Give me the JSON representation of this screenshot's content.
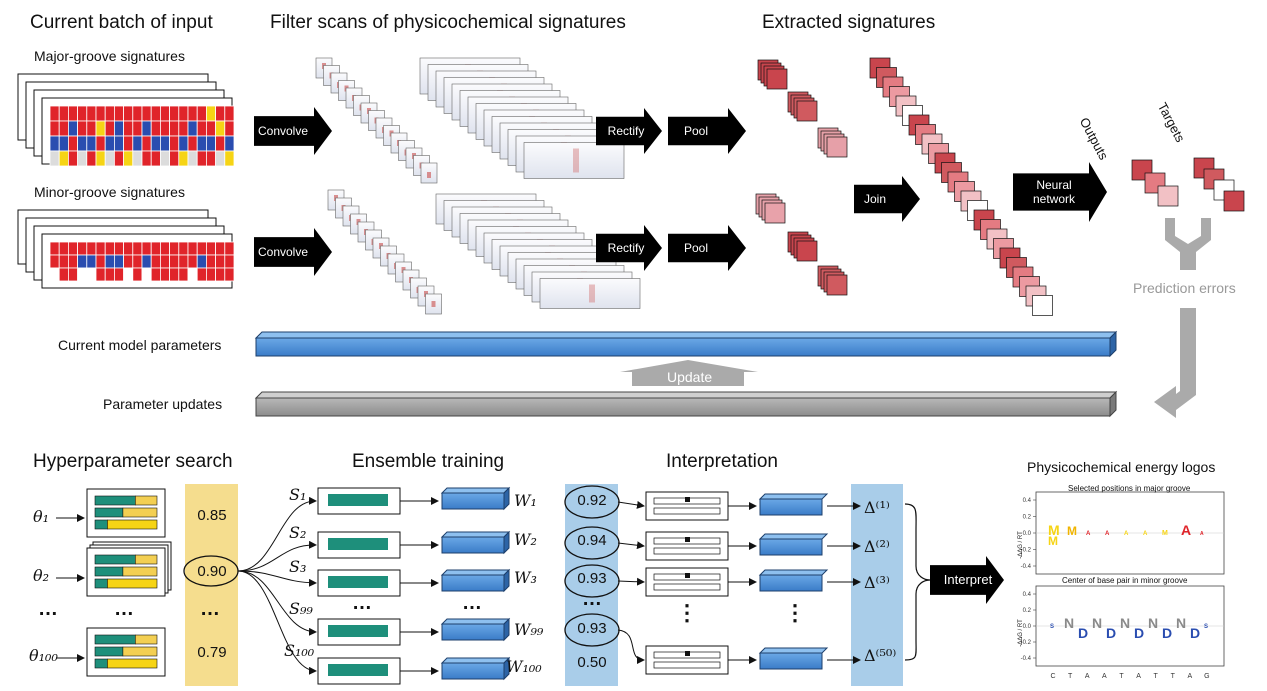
{
  "titles": {
    "current_batch": "Current batch of input",
    "filter_scans": "Filter scans of physicochemical signatures",
    "extracted": "Extracted signatures",
    "hyperparameter": "Hyperparameter search",
    "ensemble": "Ensemble training",
    "interpretation": "Interpretation",
    "energy_logos": "Physicochemical energy logos"
  },
  "labels": {
    "major_groove": "Major-groove signatures",
    "minor_groove": "Minor-groove signatures",
    "convolve": "Convolve",
    "rectify": "Rectify",
    "pool": "Pool",
    "join": "Join",
    "neural_network": "Neural\nnetwork",
    "outputs": "Outputs",
    "targets": "Targets",
    "prediction_errors": "Prediction errors",
    "current_model_parameters": "Current model parameters",
    "parameter_updates": "Parameter updates",
    "update": "Update",
    "interpret": "Interpret",
    "ellipsis": "…",
    "vdots": "⋮"
  },
  "hyperparameter": {
    "thetas": [
      "θ₁",
      "θ₂",
      "θ₁₀₀"
    ],
    "scores": [
      "0.85",
      "0.90",
      "0.79"
    ]
  },
  "ensemble": {
    "seeds": [
      "S₁",
      "S₂",
      "S₃",
      "S₉₉",
      "S₁₀₀"
    ],
    "weights": [
      "W₁",
      "W₂",
      "W₃",
      "W₉₉",
      "W₁₀₀"
    ]
  },
  "interpretation": {
    "scores": [
      "0.92",
      "0.94",
      "0.93",
      "0.93",
      "0.50"
    ],
    "deltas": [
      "Δ⁽¹⁾",
      "Δ⁽²⁾",
      "Δ⁽³⁾",
      "Δ⁽⁵⁰⁾"
    ]
  },
  "logos": {
    "major_title": "Selected positions in major groove",
    "minor_title": "Center of base pair in minor groove",
    "y_axis_label": "-ΔΔG / RT",
    "y_ticks": [
      "0.4",
      "0.2",
      "0.0",
      "-0.2",
      "-0.4"
    ],
    "x_ticks": [
      "C",
      "T",
      "A",
      "A",
      "T",
      "A",
      "T",
      "T",
      "A",
      "G"
    ]
  },
  "colors": {
    "red": "#e0242a",
    "blue": "#2a4db0",
    "yellow": "#f6d415",
    "gray_cell": "#dcdcdc",
    "green_bar": "#1e8f7b",
    "model_blue": "#4a90d9",
    "highlight_yellow": "#f5dd8e",
    "highlight_blue": "#a9cde9"
  }
}
